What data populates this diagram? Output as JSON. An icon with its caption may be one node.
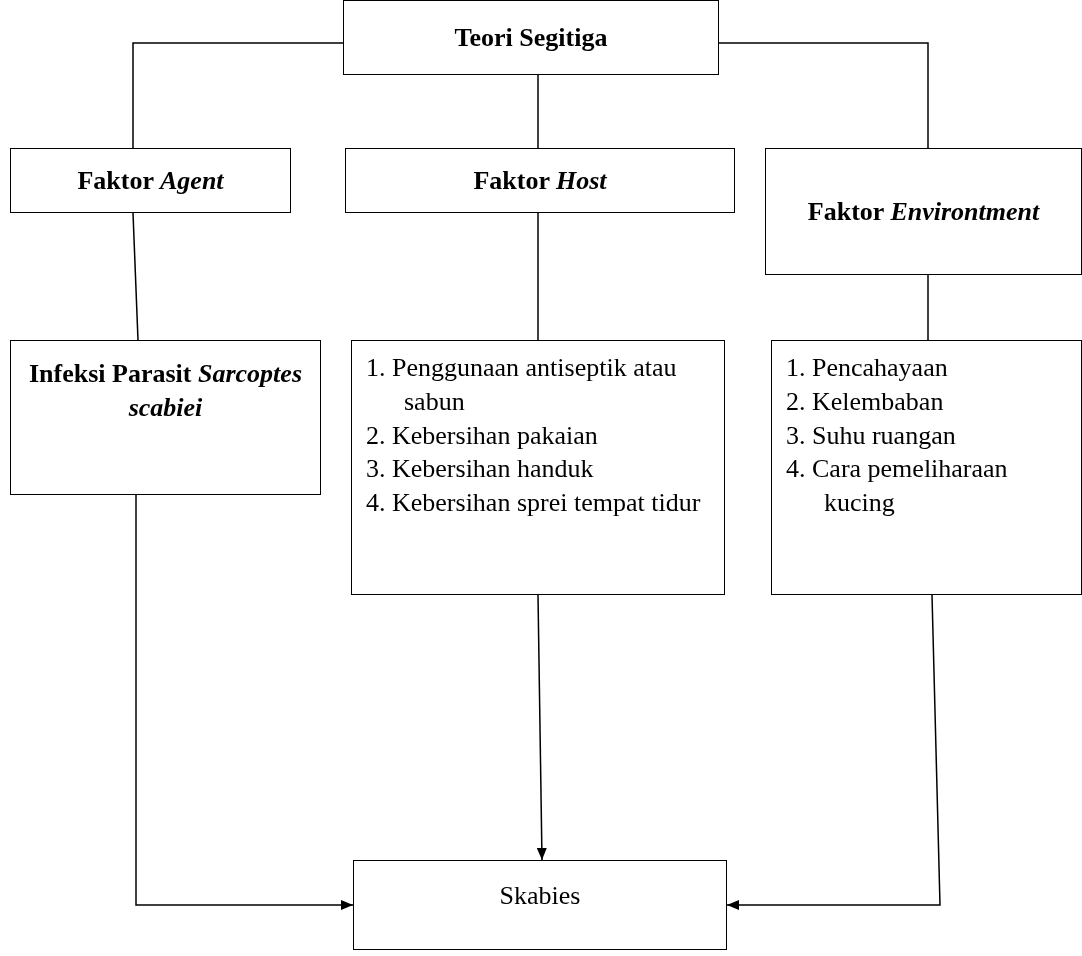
{
  "diagram": {
    "nodes": [
      {
        "text": [
          "Teori Segitiga"
        ]
      },
      {
        "text": [
          "Faktor *Agent*"
        ]
      },
      {
        "text": [
          "Faktor *Host*"
        ]
      },
      {
        "text": [
          "Faktor *Environtment*"
        ]
      },
      {
        "text": [
          "Infeksi Parasit *Sarcoptes scabiei*"
        ]
      },
      {
        "text": [
          "1. Penggunaan antiseptik atau sabun",
          "2. Kebersihan pakaian",
          "3. Kebersihan handuk",
          "4. Kebersihan sprei tempat tidur"
        ]
      },
      {
        "text": [
          "1. Pencahayaan",
          "2. Kelembaban",
          "3. Suhu ruangan",
          "4. Cara pemeliharaan kucing"
        ]
      },
      {
        "text": [
          "Skabies"
        ]
      }
    ],
    "edges": [
      {
        "from": 0,
        "to": 1,
        "arrow": "none"
      },
      {
        "from": 0,
        "to": 2,
        "arrow": "none"
      },
      {
        "from": 0,
        "to": 3,
        "arrow": "none"
      },
      {
        "from": 1,
        "to": 4,
        "arrow": "none"
      },
      {
        "from": 2,
        "to": 5,
        "arrow": "none"
      },
      {
        "from": 3,
        "to": 6,
        "arrow": "none"
      },
      {
        "from": 4,
        "to": 7,
        "arrow": "to"
      },
      {
        "from": 5,
        "to": 7,
        "arrow": "to"
      },
      {
        "from": 6,
        "to": 7,
        "arrow": "to"
      }
    ]
  }
}
